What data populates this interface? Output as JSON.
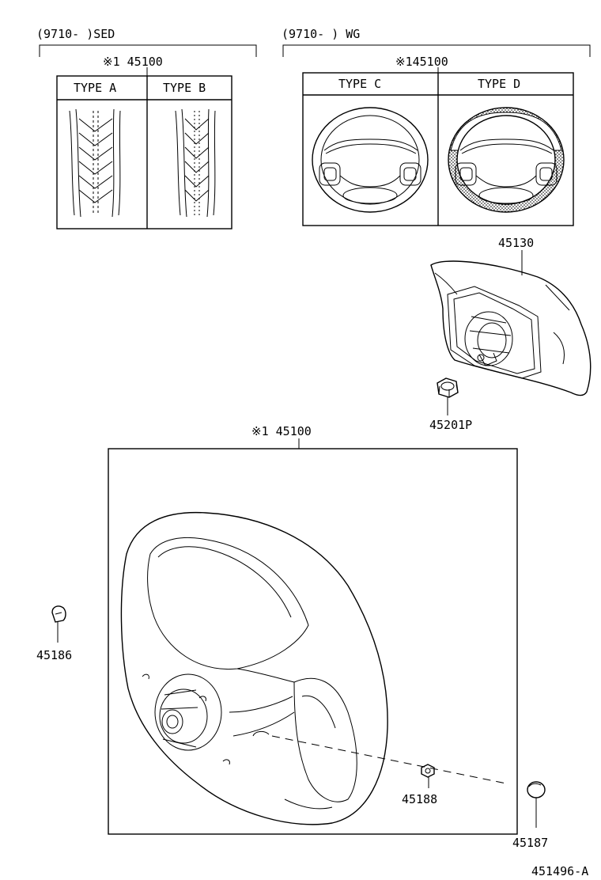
{
  "sedan_group": {
    "header": "(9710-      )SED",
    "part_no": "※1 45100",
    "type_a": "TYPE A",
    "type_b": "TYPE B"
  },
  "wagon_group": {
    "header": "(9710-     ) WG",
    "part_no": "※145100",
    "type_c": "TYPE C",
    "type_d": "TYPE D"
  },
  "parts": {
    "pad": "45130",
    "nut": "45201P",
    "wheel": "※1 45100",
    "clip_left": "45186",
    "screw": "45188",
    "cap": "45187"
  },
  "diagram_id": "451496-A"
}
